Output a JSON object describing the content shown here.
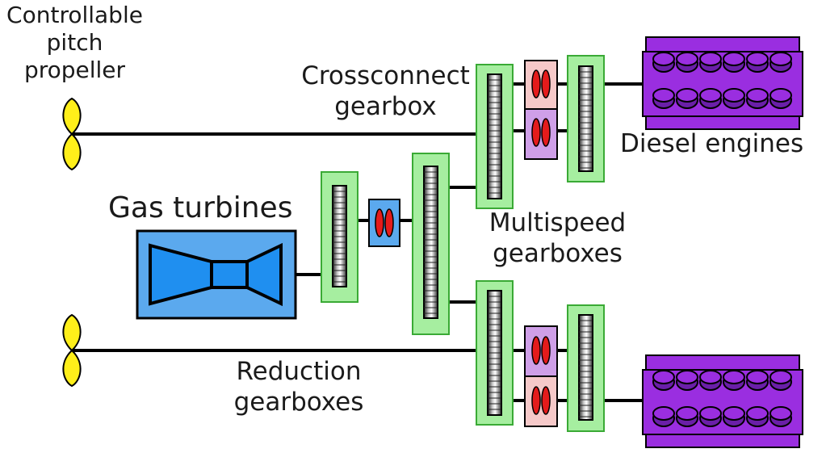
{
  "labels": {
    "propeller": [
      "Controllable",
      "pitch",
      "propeller"
    ],
    "crossconnect": [
      "Crossconnect",
      "gearbox"
    ],
    "diesel": "Diesel engines",
    "gas": "Gas turbines",
    "multispeed": [
      "Multispeed",
      "gearboxes"
    ],
    "reduction": [
      "Reduction",
      "gearboxes"
    ]
  },
  "colors": {
    "gearbox_fill": "#a6eea0",
    "gearbox_stroke": "#3aaa35",
    "clutch_pink": "#f6c9c9",
    "clutch_purple": "#cf9fe8",
    "clutch_blue": "#5ba9ee",
    "clutch_disc": "#e41b1b",
    "engine_purple": "#9a2ee0",
    "engine_dark": "#6a1fa8",
    "turbine_blue": "#1f8ff0",
    "propeller_yellow": "#ffef1a",
    "shaft": "#000000"
  }
}
